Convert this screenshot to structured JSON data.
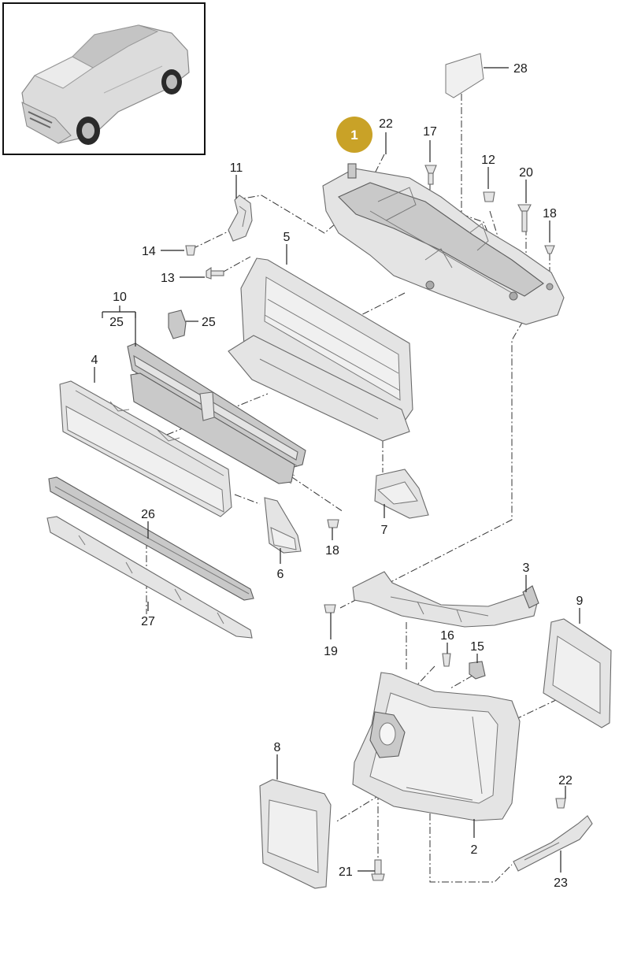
{
  "highlight": {
    "label": "1",
    "color": "#c9a227"
  },
  "labels": {
    "n28": "28",
    "n22a": "22",
    "n17": "17",
    "n11": "11",
    "n12": "12",
    "n20": "20",
    "n18a": "18",
    "n14": "14",
    "n5": "5",
    "n13": "13",
    "n10": "10",
    "n25a": "25",
    "n25b": "25",
    "n4": "4",
    "n26": "26",
    "n7": "7",
    "n18b": "18",
    "n6": "6",
    "n27": "27",
    "n3": "3",
    "n9": "9",
    "n19": "19",
    "n16": "16",
    "n15": "15",
    "n8": "8",
    "n22b": "22",
    "n2": "2",
    "n21": "21",
    "n23": "23"
  }
}
